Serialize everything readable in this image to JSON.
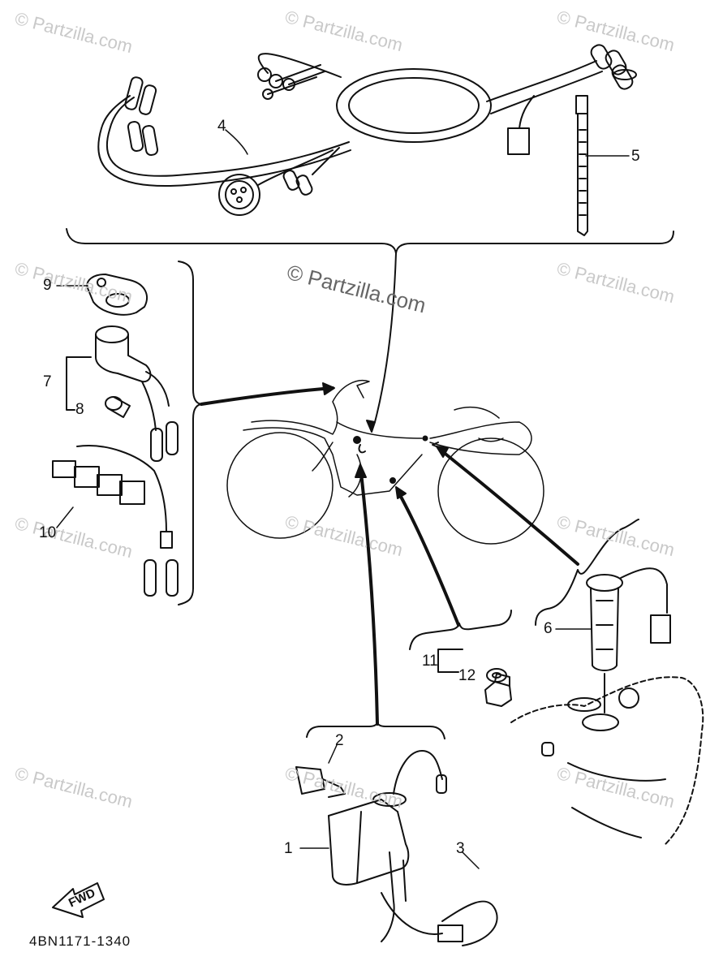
{
  "watermark": {
    "text": "© Partzilla.com",
    "center_text": "© Partzilla.com"
  },
  "callouts": {
    "c1": "1",
    "c2": "2",
    "c3": "3",
    "c4": "4",
    "c5": "5",
    "c6": "6",
    "c7": "7",
    "c8": "8",
    "c9": "9",
    "c10": "10",
    "c11": "11",
    "c12": "12"
  },
  "fwd": "FWD",
  "diagram_code": "4BN1171-1340",
  "colors": {
    "line": "#111111",
    "watermark": "#c9c9c9"
  }
}
